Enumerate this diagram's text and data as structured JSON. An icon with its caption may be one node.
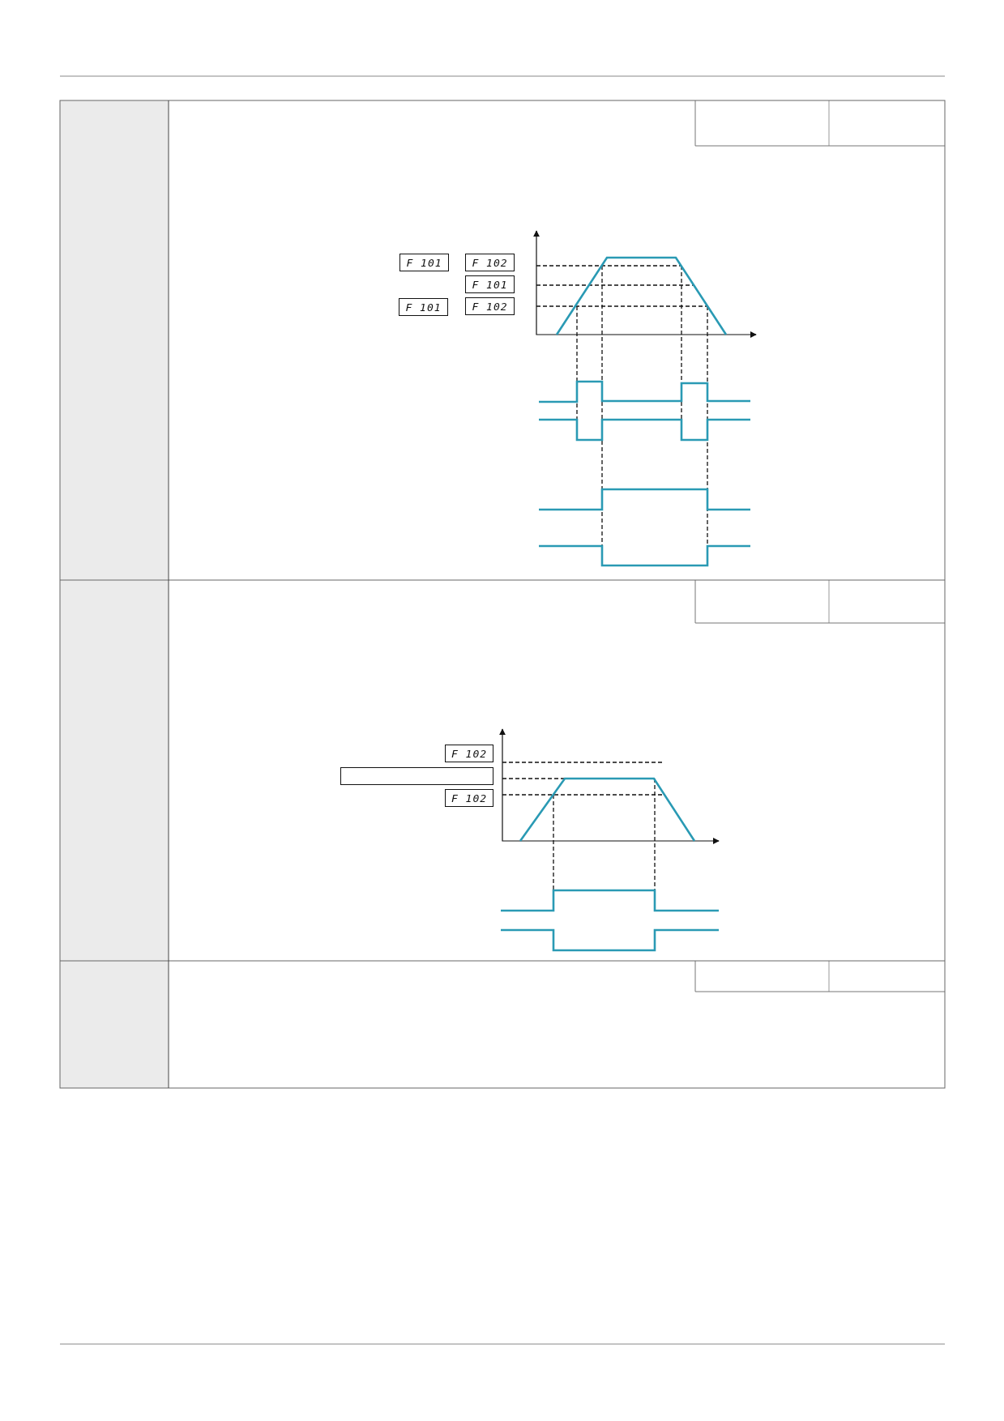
{
  "diagram": {
    "nodes": [
      {
        "text": [
          "F 101"
        ]
      },
      {
        "text": [
          "F 102"
        ]
      },
      {
        "text": [
          "F 101"
        ]
      },
      {
        "text": [
          "F 101"
        ]
      },
      {
        "text": [
          "F 102"
        ]
      },
      {
        "text": [
          "F 102"
        ]
      },
      {
        "text": [],
        "shape": "box"
      },
      {
        "text": [
          "F 102"
        ]
      }
    ]
  }
}
